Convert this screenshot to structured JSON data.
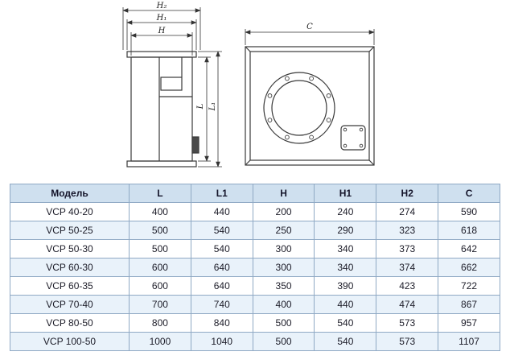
{
  "diagram": {
    "front_view": {
      "h2": "H₂",
      "h1": "H₁",
      "h": "H",
      "l": "L",
      "l1": "L₁"
    },
    "side_view": {
      "c": "C"
    }
  },
  "table": {
    "headers": [
      "Модель",
      "L",
      "L1",
      "H",
      "H1",
      "H2",
      "C"
    ],
    "rows": [
      [
        "VCP 40-20",
        "400",
        "440",
        "200",
        "240",
        "274",
        "590"
      ],
      [
        "VCP 50-25",
        "500",
        "540",
        "250",
        "290",
        "323",
        "618"
      ],
      [
        "VCP 50-30",
        "500",
        "540",
        "300",
        "340",
        "373",
        "642"
      ],
      [
        "VCP 60-30",
        "600",
        "640",
        "300",
        "340",
        "374",
        "662"
      ],
      [
        "VCP 60-35",
        "600",
        "640",
        "350",
        "390",
        "423",
        "722"
      ],
      [
        "VCP 70-40",
        "700",
        "740",
        "400",
        "440",
        "474",
        "867"
      ],
      [
        "VCP 80-50",
        "800",
        "840",
        "500",
        "540",
        "573",
        "957"
      ],
      [
        "VCP 100-50",
        "1000",
        "1040",
        "500",
        "540",
        "573",
        "1107"
      ]
    ],
    "colors": {
      "header_bg": "#cfe0ef",
      "alt_row_bg": "#e9f2fa",
      "border": "#8fa9c4",
      "line": "#3a3a3a"
    }
  }
}
